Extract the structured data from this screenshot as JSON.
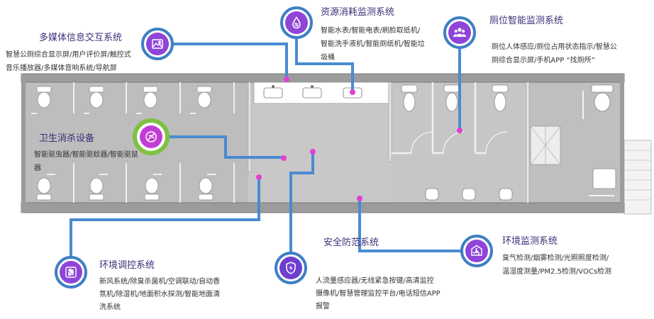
{
  "systems": {
    "multimedia": {
      "title": "多媒体信息交互系统",
      "lines": [
        "智慧公厕综合显示屏/用户评价屏/触控式",
        "音乐播放器/多媒体音响系统/导航屏"
      ],
      "icon": "gallery-icon"
    },
    "resource": {
      "title": "资源消耗监测系统",
      "lines": [
        "智能水表/智能电表/刷脸取纸机/",
        "智能洗手液机/智能厕纸机/智能垃",
        "圾桶"
      ],
      "icon": "water-drop-icon"
    },
    "stall": {
      "title": "厕位智能监测系统",
      "lines": [
        "厕位人体感应/厕位占用状态指示/智慧公",
        "厕综合显示屏/手机APP “找厕所”"
      ],
      "icon": "people-icon"
    },
    "sanitation": {
      "title": "卫生消杀设备",
      "lines": [
        "智能驱虫器/智能驱蚊器/智能驱鼠",
        "器"
      ],
      "icon": "disinfection-icon"
    },
    "env_control": {
      "title": "环境调控系统",
      "lines": [
        "新风系统/除臭杀菌机/空调联动/自动香",
        "氛机/除湿机/地面积水探测/智能地面清",
        "洗系统"
      ],
      "icon": "control-sliders-icon"
    },
    "security": {
      "title": "安全防范系统",
      "lines": [
        "人流量感应器/无线紧急按键/高清监控",
        "摄像机/智慧管理监控平台/电话短信APP",
        "报警"
      ],
      "icon": "shield-lightning-icon"
    },
    "env_monitor": {
      "title": "环境监测系统",
      "lines": [
        "臭气检测/烟雾检测/光照照度检测/",
        "温湿度测量/PM2.5检测/VOCs检测"
      ],
      "icon": "fan-icon"
    }
  },
  "colors": {
    "title": "#3f2d78",
    "text": "#333333",
    "line": "#4a8bd1",
    "ring": "#3f7fc4",
    "inner": "#8e45d8",
    "san-ring": "#7dc142",
    "san-inner": "#c13fd4",
    "dot": "#e23fd3"
  }
}
